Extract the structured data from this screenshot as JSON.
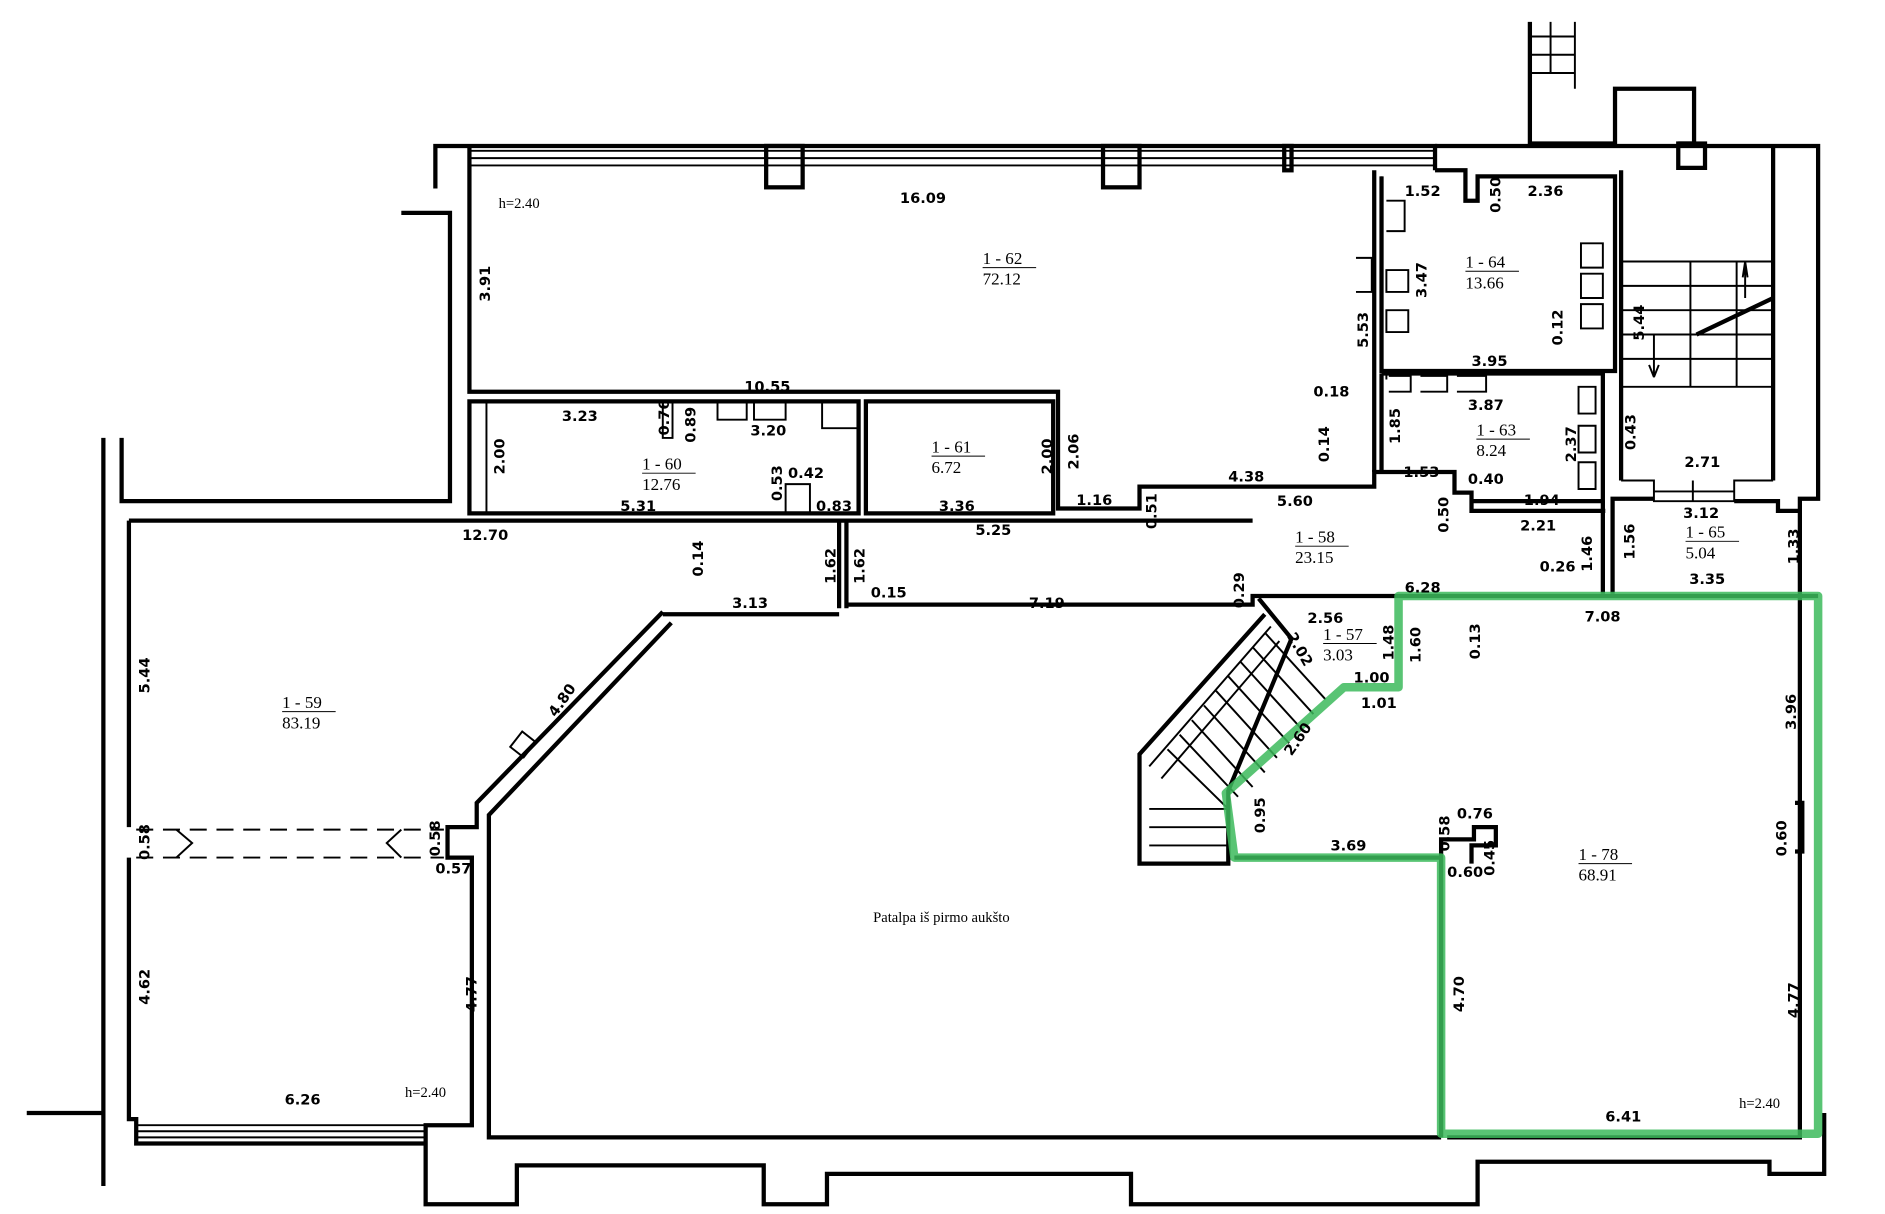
{
  "colors": {
    "walls": "#000000",
    "highlight": "#3cba5c",
    "background": "#ffffff"
  },
  "center_label": "Patalpa iš pirmo aukšto",
  "rooms": [
    {
      "id": "1 - 62",
      "area": "72.12"
    },
    {
      "id": "1 - 64",
      "area": "13.66"
    },
    {
      "id": "1 - 60",
      "area": "12.76"
    },
    {
      "id": "1 - 61",
      "area": "6.72"
    },
    {
      "id": "1 - 63",
      "area": "8.24"
    },
    {
      "id": "1 - 58",
      "area": "23.15"
    },
    {
      "id": "1 - 65",
      "area": "5.04"
    },
    {
      "id": "1 - 57",
      "area": "3.03"
    },
    {
      "id": "1 - 59",
      "area": "83.19"
    },
    {
      "id": "1 - 78",
      "area": "68.91"
    }
  ],
  "heights": [
    "h=2.40",
    "h=2.40",
    "h=2.40"
  ],
  "dimensions": [
    "16.09",
    "3.91",
    "10.55",
    "3.23",
    "0.76",
    "0.89",
    "3.20",
    "2.00",
    "0.53",
    "0.42",
    "5.31",
    "0.83",
    "2.00",
    "2.06",
    "3.36",
    "1.16",
    "5.25",
    "12.70",
    "0.14",
    "1.62",
    "1.62",
    "0.15",
    "3.13",
    "7.19",
    "4.80",
    "5.44",
    "0.58",
    "0.58",
    "0.57",
    "4.62",
    "4.77",
    "6.26",
    "4.38",
    "0.14",
    "5.60",
    "0.51",
    "0.50",
    "1.94",
    "2.21",
    "0.29",
    "0.26",
    "1.46",
    "6.28",
    "0.18",
    "1.52",
    "0.50",
    "2.36",
    "3.47",
    "5.53",
    "0.12",
    "3.95",
    "3.87",
    "1.85",
    "2.37",
    "1.53",
    "0.40",
    "5.44",
    "0.43",
    "2.71",
    "3.12",
    "1.56",
    "1.33",
    "3.35",
    "2.56",
    "1.48",
    "1.60",
    "0.13",
    "2.02",
    "1.00",
    "1.01",
    "2.60",
    "7.08",
    "3.96",
    "0.95",
    "3.69",
    "0.58",
    "0.76",
    "0.45",
    "0.60",
    "0.60",
    "4.70",
    "4.77",
    "6.41"
  ]
}
